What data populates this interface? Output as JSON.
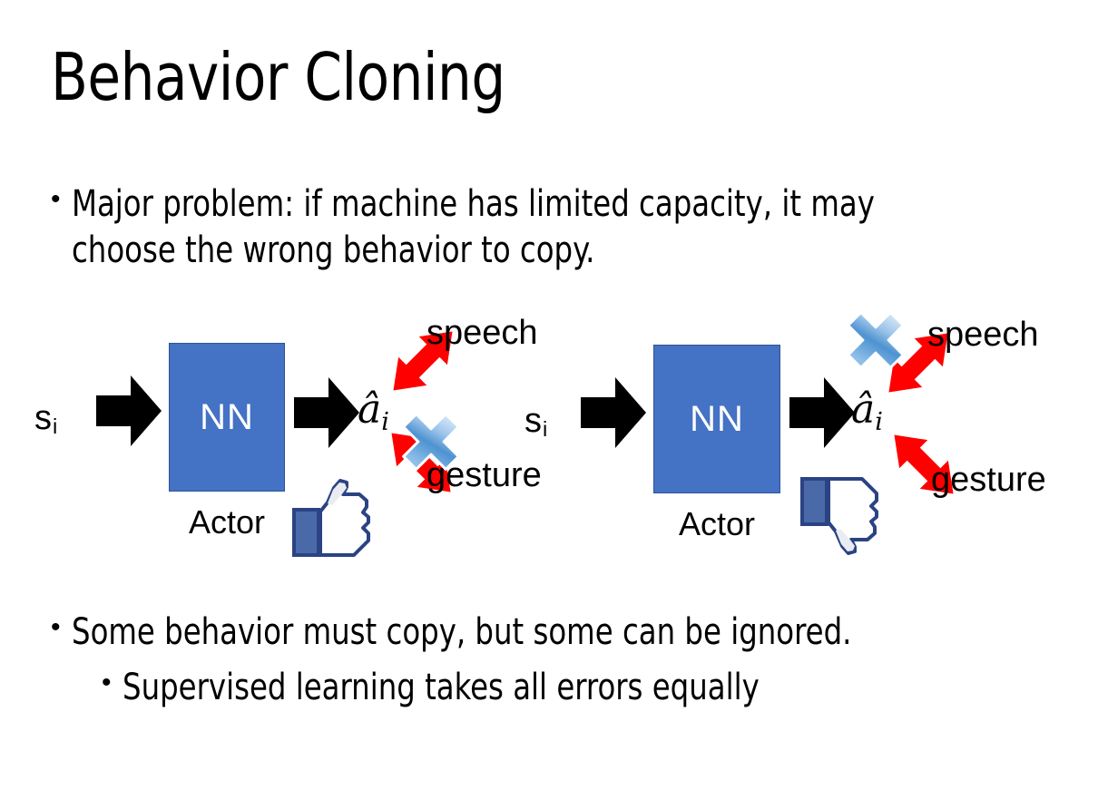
{
  "slide": {
    "title": "Behavior Cloning",
    "background_color": "#ffffff",
    "text_color": "#000000"
  },
  "bullets": {
    "top": {
      "marker": "•",
      "text": "Major problem: if machine has limited capacity, it may choose the wrong behavior to copy."
    },
    "bottom_level1": {
      "marker": "•",
      "text": "Some behavior must copy, but some can be ignored."
    },
    "bottom_level2": {
      "marker": "•",
      "text": "Supervised learning takes all errors equally"
    }
  },
  "diagrams": [
    {
      "id": "left",
      "state_symbol": "s",
      "state_subscript": "i",
      "nn_label": "NN",
      "nn_color": "#4472C4",
      "nn_border_color": "#2E5496",
      "actor_label": "Actor",
      "action_symbol": "a",
      "action_subscript": "i",
      "branch_top_label": "speech",
      "branch_bottom_label": "gesture",
      "arrow_color": "#FF0000",
      "crossed_branch": "gesture",
      "cross_icon": "blue-x-icon",
      "verdict_icon": "thumbs-up-icon"
    },
    {
      "id": "right",
      "state_symbol": "s",
      "state_subscript": "i",
      "nn_label": "NN",
      "nn_color": "#4472C4",
      "nn_border_color": "#2E5496",
      "actor_label": "Actor",
      "action_symbol": "a",
      "action_subscript": "i",
      "branch_top_label": "speech",
      "branch_bottom_label": "gesture",
      "arrow_color": "#FF0000",
      "crossed_branch": "speech",
      "cross_icon": "blue-x-icon",
      "verdict_icon": "thumbs-down-icon"
    }
  ],
  "palette": {
    "nn_blue": "#4472C4",
    "arrow_red": "#FF0000",
    "x_blue_light": "#CFE2F7",
    "x_blue_dark": "#2E74B5",
    "thumb_blue": "#3B5998",
    "black": "#000000"
  }
}
